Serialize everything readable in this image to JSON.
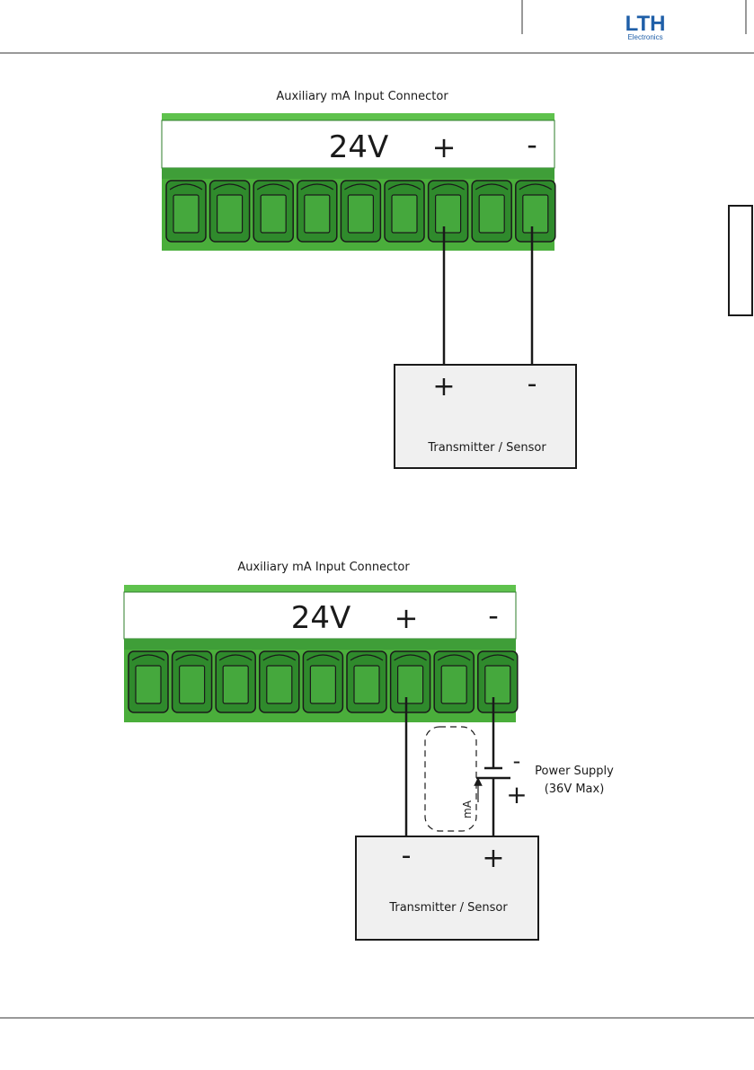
{
  "header": {
    "logo_text": "LTH",
    "logo_subtext": "Electronics"
  },
  "colors": {
    "connector_green": "#4aae3b",
    "connector_dark": "#2e7d2a",
    "terminal_green": "#3f9e38",
    "box_fill": "#f0f0f0",
    "brand_blue": "#1f5fa8",
    "stroke": "#1a1a1a"
  },
  "diagram1": {
    "title": "Auxiliary mA Input Connector",
    "voltage_label": "24V",
    "plus_label": "+",
    "minus_label": "-",
    "device": {
      "plus_label": "+",
      "minus_label": "-",
      "name": "Transmitter / Sensor"
    }
  },
  "diagram2": {
    "title": "Auxiliary mA Input Connector",
    "voltage_label": "24V",
    "plus_label": "+",
    "minus_label": "-",
    "power_supply": {
      "name": "Power Supply",
      "rating": "(36V Max)",
      "minus_label": "-",
      "plus_label": "+"
    },
    "current_label": "mA",
    "device": {
      "minus_label": "-",
      "plus_label": "+",
      "name": "Transmitter / Sensor"
    }
  }
}
